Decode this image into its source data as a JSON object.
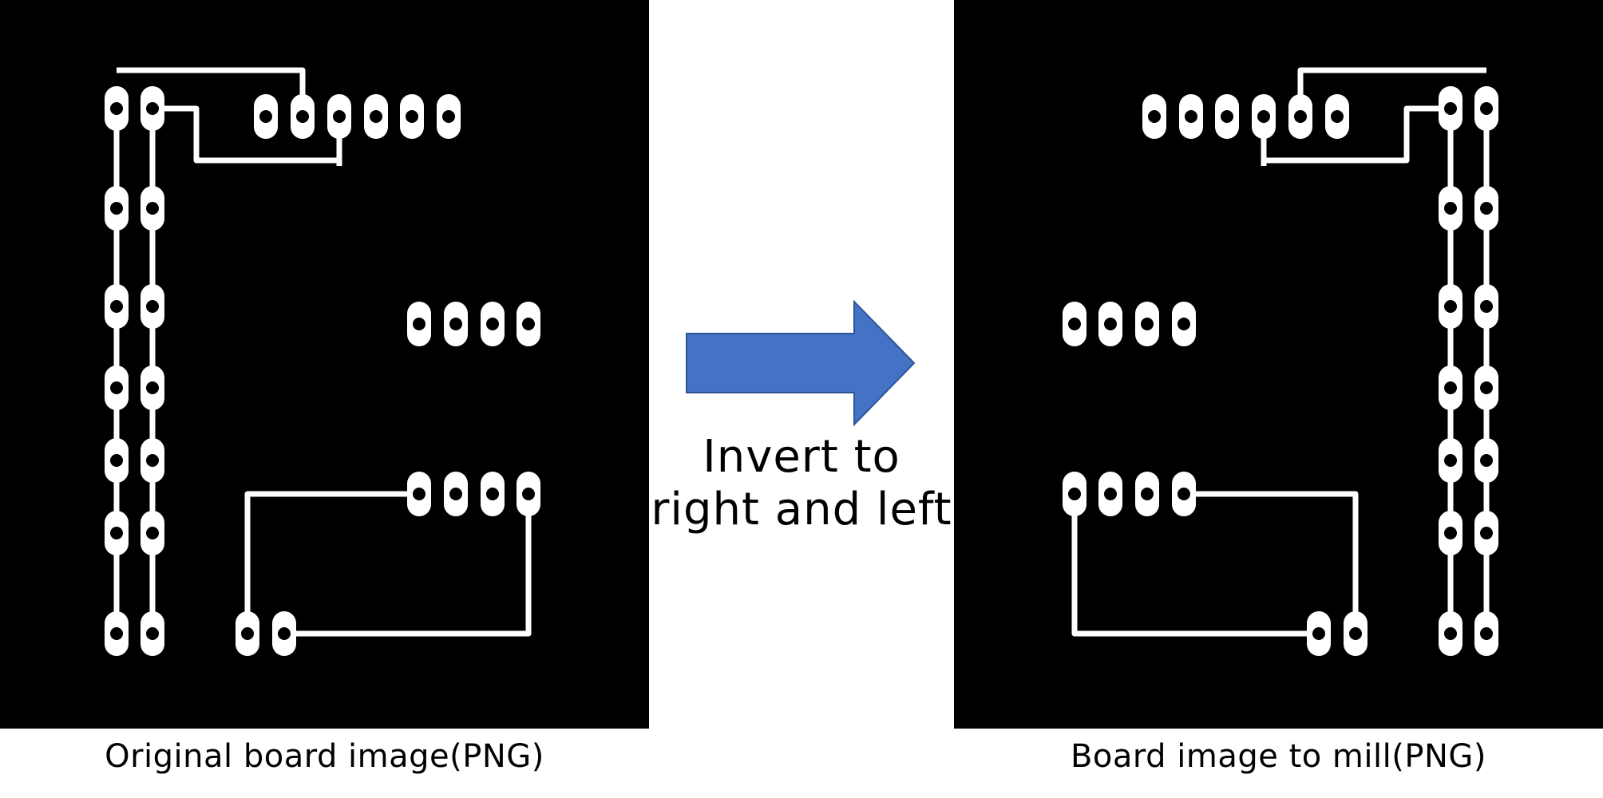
{
  "captions": {
    "left": "Original board image(PNG)",
    "right": "Board image to mill(PNG)"
  },
  "arrow": {
    "line1": "Invert to",
    "line2": "right and left",
    "color": "#4472C4",
    "border_color": "#2F5597"
  },
  "colors": {
    "board_background": "#000000",
    "trace": "#FFFFFF",
    "hole": "#000000"
  }
}
